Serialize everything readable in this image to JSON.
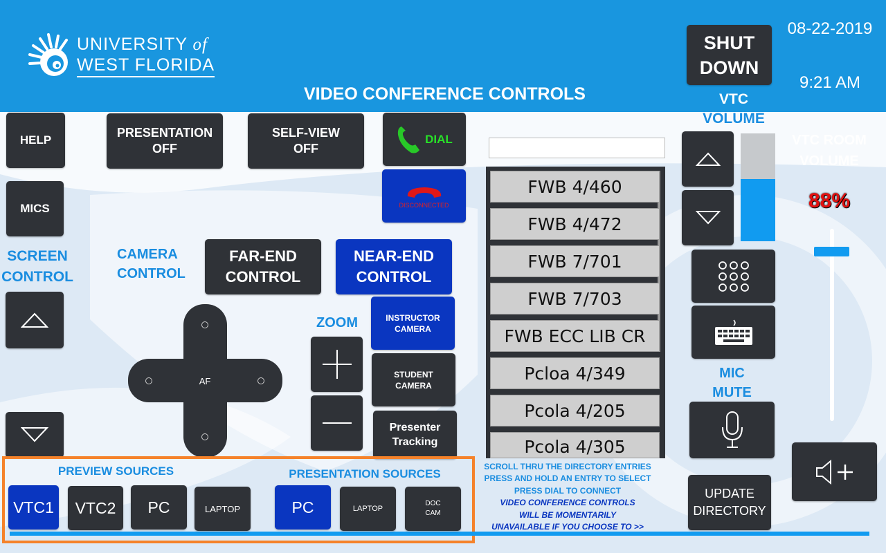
{
  "header": {
    "university_line1": "UNIVERSITY",
    "university_of": "of",
    "university_line2": "WEST FLORIDA",
    "title": "VIDEO CONFERENCE CONTROLS",
    "shutdown_label_1": "SHUT",
    "shutdown_label_2": "DOWN",
    "date": "08-22-2019",
    "time": "9:21 AM"
  },
  "left": {
    "help": "HELP",
    "mics": "MICS",
    "screen_control_1": "SCREEN",
    "screen_control_2": "CONTROL"
  },
  "top_buttons": {
    "presentation_1": "PRESENTATION",
    "presentation_2": "OFF",
    "selfview_1": "SELF-VIEW",
    "selfview_2": "OFF",
    "dial": "DIAL",
    "disconnected": "DISCONNECTED"
  },
  "camera": {
    "label_1": "CAMERA",
    "label_2": "CONTROL",
    "far_end_1": "FAR-END",
    "far_end_2": "CONTROL",
    "near_end_1": "NEAR-END",
    "near_end_2": "CONTROL",
    "af": "AF",
    "zoom": "ZOOM",
    "instructor_1": "INSTRUCTOR",
    "instructor_2": "CAMERA",
    "student_1": "STUDENT",
    "student_2": "CAMERA",
    "presenter_1": "Presenter",
    "presenter_2": "Tracking"
  },
  "directory": {
    "search_value": "",
    "entries": [
      "FWB 4/460",
      "FWB 4/472",
      "FWB 7/701",
      "FWB 7/703",
      "FWB ECC LIB CR",
      "Pcloa 4/349",
      "Pcola 4/205",
      "Pcola 4/305"
    ],
    "note_1": "SCROLL THRU THE DIRECTORY ENTRIES",
    "note_2": "PRESS AND HOLD AN ENTRY TO SELECT",
    "note_3": "PRESS DIAL TO CONNECT",
    "note_4": "VIDEO CONFERENCE CONTROLS",
    "note_5": "WILL BE MOMENTARILY",
    "note_6": "UNAVAILABLE IF YOU CHOOSE TO >>"
  },
  "right": {
    "vtc_volume_1": "VTC",
    "vtc_volume_2": "VOLUME",
    "vtc_room_1": "VTC ROOM",
    "vtc_room_2": "VOLUME",
    "room_volume_percent": "88%",
    "mic_mute_1": "MIC",
    "mic_mute_2": "MUTE",
    "update_1": "UPDATE",
    "update_2": "DIRECTORY"
  },
  "sources": {
    "preview_label": "PREVIEW SOURCES",
    "presentation_label": "PRESENTATION SOURCES",
    "preview": [
      "VTC1",
      "VTC2",
      "PC",
      "LAPTOP"
    ],
    "presentation": [
      "PC",
      "LAPTOP"
    ],
    "doc_cam_1": "DOC",
    "doc_cam_2": "CAM"
  },
  "levels": {
    "vtc_volume_fraction": 0.58,
    "room_volume_fraction": 0.88
  },
  "colors": {
    "header_blue": "#1996df",
    "button_dark": "#2f3237",
    "selected_blue": "#0a36c0",
    "label_blue": "#1a8de0",
    "highlight_orange": "#f5822a",
    "volume_red": "#e31010"
  },
  "icons": [
    "logo-nautilus-icon",
    "phone-green-icon",
    "phone-red-icon",
    "arrow-up-icon",
    "arrow-down-icon",
    "keypad-icon",
    "keyboard-icon",
    "microphone-icon",
    "speaker-plus-icon",
    "plus-icon",
    "minus-icon"
  ]
}
